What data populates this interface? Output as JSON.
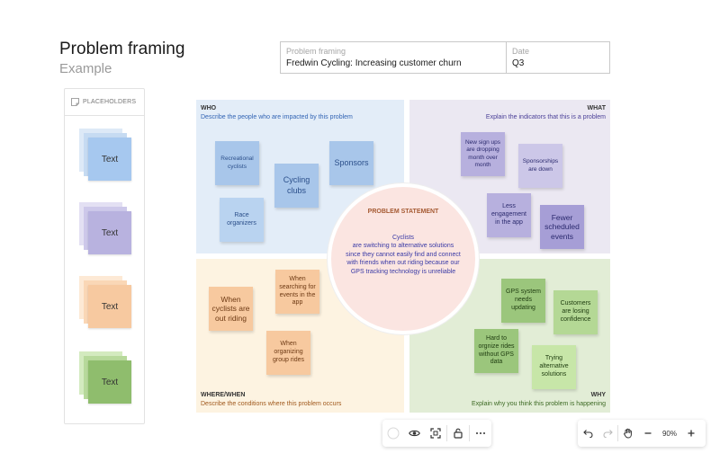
{
  "header": {
    "title": "Problem framing",
    "subtitle": "Example"
  },
  "info_table": {
    "topic_label": "Problem framing",
    "topic_value": "Fredwin Cycling: Increasing customer churn",
    "date_label": "Date",
    "date_value": "Q3"
  },
  "placeholders": {
    "title": "PLACEHOLDERS",
    "notes": [
      {
        "label": "Text",
        "color": "#a6c8ef",
        "shadow": "#cfe0f5"
      },
      {
        "label": "Text",
        "color": "#b8b2df",
        "shadow": "#d8d4ee"
      },
      {
        "label": "Text",
        "color": "#f7c9a0",
        "shadow": "#fbe0c7"
      },
      {
        "label": "Text",
        "color": "#9cc67d",
        "shadow": "#c5e0b1"
      }
    ]
  },
  "quadrants": {
    "who": {
      "title": "WHO",
      "description": "Describe the people who are impacted by this problem",
      "color": "#e3edf8",
      "text_color": "#3264b4"
    },
    "what": {
      "title": "WHAT",
      "description": "Explain the indicators that this is a problem",
      "color": "#ebe8f2",
      "text_color": "#4b4098"
    },
    "where_when": {
      "title": "WHERE/WHEN",
      "description": "Describe the conditions where this problem occurs",
      "color": "#fdf3e1",
      "text_color": "#a0581c"
    },
    "why": {
      "title": "WHY",
      "description": "Explain why you think this problem is happening",
      "color": "#e2edd6",
      "text_color": "#3d6a24"
    }
  },
  "problem_statement": {
    "title": "PROBLEM STATEMENT",
    "line1": "Cyclists",
    "body": "are switching to alternative solutions since they cannot easily find and connect with friends when out riding because our GPS tracking technology is unreliable"
  },
  "notes": {
    "who": [
      "Recreational cyclists",
      "Cycling clubs",
      "Sponsors",
      "Race organizers"
    ],
    "what": [
      "New sign ups are dropping month over month",
      "Sponsorships are down",
      "Less engagement in the app",
      "Fewer scheduled events"
    ],
    "where_when": [
      "When searching for events in the app",
      "When cyclists are out riding",
      "When organizing group rides"
    ],
    "why": [
      "GPS system needs updating",
      "Customers are losing confidence",
      "Hard to orgnize rides without GPS data",
      "Trying alternative solutions"
    ]
  },
  "colors": {
    "blue_note": "#a8c6ea",
    "purple_note": "#b7b0de",
    "orange_note": "#f7c99f",
    "green_note_dark": "#9bc67c",
    "green_note_light": "#c7e6a8"
  },
  "toolbar": {
    "items": [
      "circle-icon",
      "eye-icon",
      "frame-icon",
      "lock-icon",
      "more-icon"
    ]
  },
  "zoom": {
    "level": "90%"
  }
}
